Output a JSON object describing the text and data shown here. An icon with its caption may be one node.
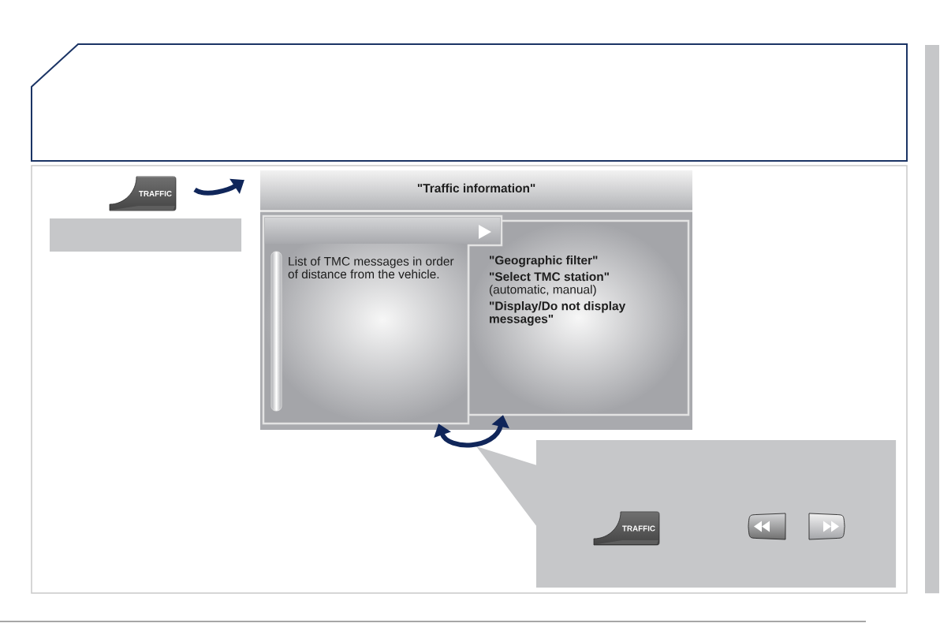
{
  "diagram": {
    "nodes": [
      {
        "text": [
          "TRAFFIC"
        ]
      },
      {
        "text": [],
        "shape": "box"
      },
      {
        "text": [
          "\"Traffic information\""
        ]
      },
      {
        "text": [
          "List of TMC messages in order of distance from the vehicle."
        ],
        "in": 2
      },
      {
        "text": [
          "\"Geographic filter\"",
          "**\"Select TMC station\"** (automatic, manual)",
          "\"Display/Do not display messages\""
        ],
        "in": 2
      },
      {
        "text": [],
        "shape": "box"
      },
      {
        "text": [
          "TRAFFIC"
        ],
        "in": 5
      },
      {
        "text": [],
        "shape": "box"
      }
    ],
    "edges": [
      {
        "from": 0,
        "to": 2,
        "arrow": "to"
      },
      {
        "from": 3,
        "to": 4,
        "arrow": "both"
      }
    ]
  }
}
